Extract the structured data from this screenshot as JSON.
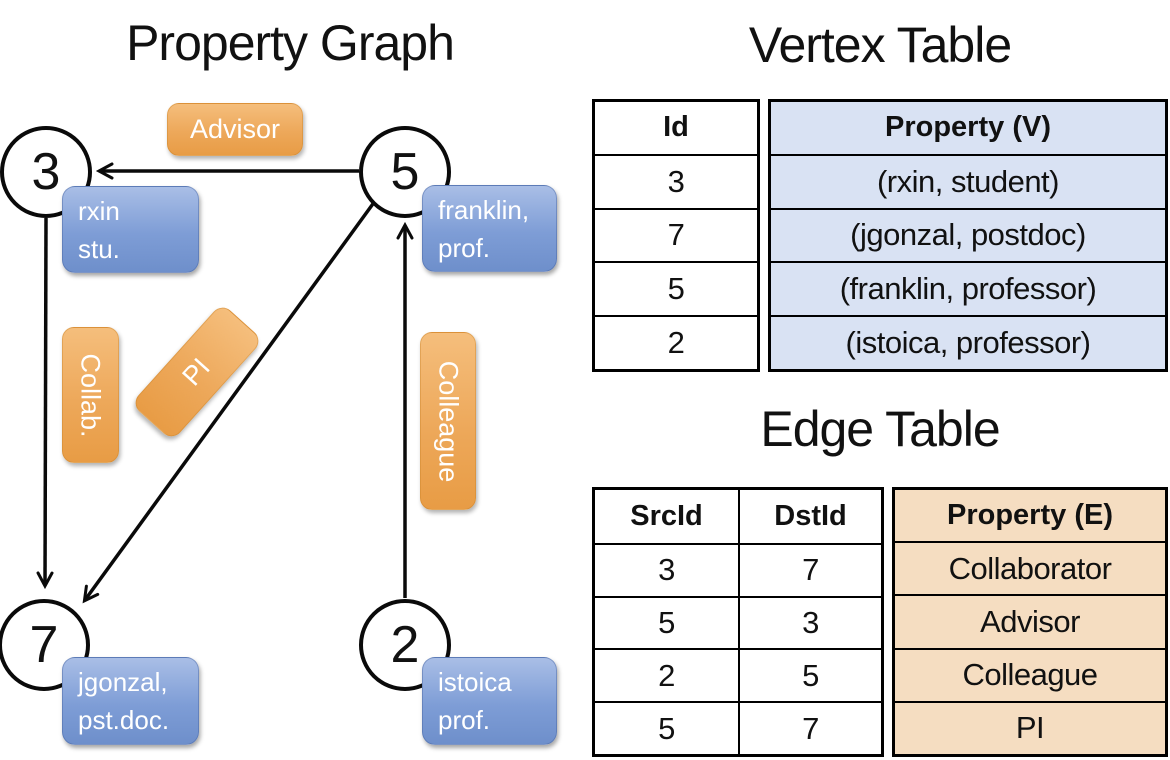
{
  "graph": {
    "title": "Property Graph",
    "vertices": {
      "v3": {
        "id": "3",
        "line1": "rxin",
        "line2": "stu."
      },
      "v5": {
        "id": "5",
        "line1": "franklin,",
        "line2": "prof."
      },
      "v7": {
        "id": "7",
        "line1": "jgonzal,",
        "line2": "pst.doc."
      },
      "v2": {
        "id": "2",
        "line1": "istoica",
        "line2": "prof."
      }
    },
    "edge_labels": {
      "advisor": "Advisor",
      "collab": "Collab.",
      "pi": "PI",
      "colleague": "Colleague"
    }
  },
  "vertex_table": {
    "title": "Vertex Table",
    "col_id": "Id",
    "col_property": "Property (V)",
    "rows": [
      {
        "id": "3",
        "property": "(rxin, student)"
      },
      {
        "id": "7",
        "property": "(jgonzal, postdoc)"
      },
      {
        "id": "5",
        "property": "(franklin, professor)"
      },
      {
        "id": "2",
        "property": "(istoica, professor)"
      }
    ]
  },
  "edge_table": {
    "title": "Edge Table",
    "col_src": "SrcId",
    "col_dst": "DstId",
    "col_property": "Property (E)",
    "rows": [
      {
        "src": "3",
        "dst": "7",
        "property": "Collaborator"
      },
      {
        "src": "5",
        "dst": "3",
        "property": "Advisor"
      },
      {
        "src": "2",
        "dst": "5",
        "property": "Colleague"
      },
      {
        "src": "5",
        "dst": "7",
        "property": "PI"
      }
    ]
  },
  "colors": {
    "edge_label_orange_top": "#F5BE7C",
    "edge_label_orange_bottom": "#E89C45",
    "vertex_label_blue_top": "#A9BEE6",
    "vertex_label_blue_bottom": "#6E8FCB",
    "vertex_table_fill": "#D9E2F3",
    "edge_table_fill": "#F5DDC1",
    "line_color": "#000000"
  }
}
